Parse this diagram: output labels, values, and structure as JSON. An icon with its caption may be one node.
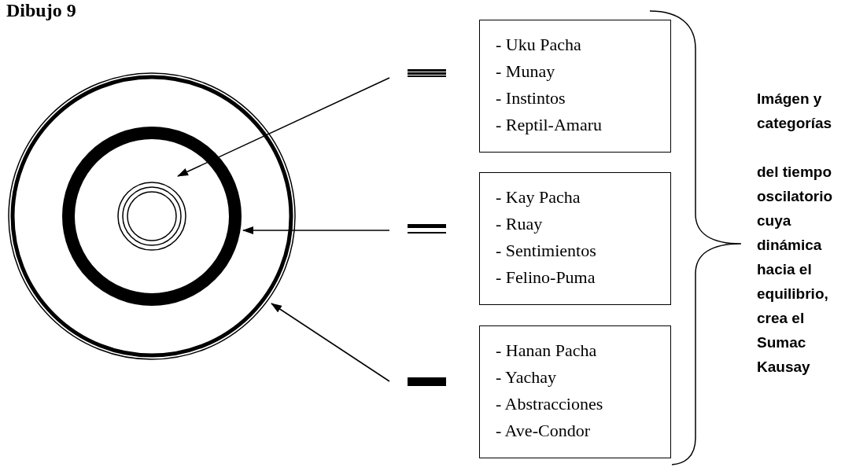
{
  "diagram": {
    "title": "Dibujo 9",
    "nodes": [
      {
        "text": [],
        "shape": "circle"
      },
      {
        "text": [],
        "shape": "circle",
        "in": 0
      },
      {
        "text": [],
        "shape": "circle",
        "in": 1
      },
      {
        "text": [],
        "shape": "bar"
      },
      {
        "text": [
          "- Uku Pacha",
          "- Munay",
          "- Instintos",
          "- Reptil-Amaru"
        ]
      },
      {
        "text": [],
        "shape": "bar"
      },
      {
        "text": [
          "- Kay Pacha",
          "- Ruay",
          "- Sentimientos",
          "- Felino-Puma"
        ]
      },
      {
        "text": [],
        "shape": "bar"
      },
      {
        "text": [
          "- Hanan Pacha",
          "- Yachay",
          "- Abstracciones",
          "- Ave-Condor"
        ]
      }
    ],
    "edges": [
      {
        "from": 3,
        "to": 2,
        "arrow": "to"
      },
      {
        "from": 5,
        "to": 1,
        "arrow": "to"
      },
      {
        "from": 7,
        "to": 0,
        "arrow": "to"
      }
    ],
    "labels": [
      "Imágen y categorías",
      "del tiempo oscilatorio cuya dinámica hacia el equilibrio, crea el Sumac Kausay"
    ]
  }
}
